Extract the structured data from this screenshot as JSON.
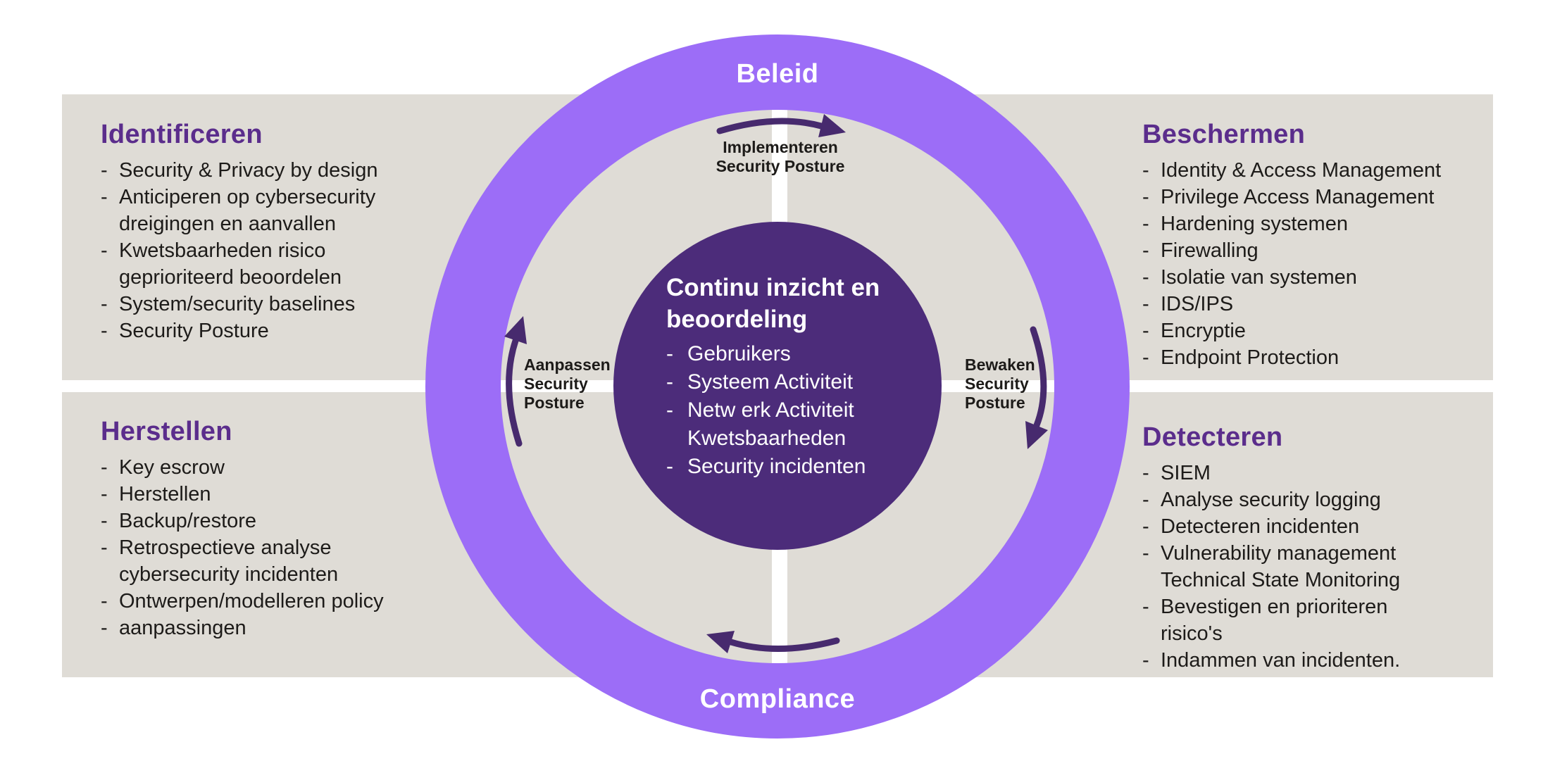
{
  "colors": {
    "ring_purple": "#9c6df7",
    "center_purple": "#4c2c7a",
    "heading_purple": "#5b2d8c",
    "arrow_purple": "#472a6e",
    "panel_gray": "#dfdcd6",
    "text_black": "#1d1b19",
    "white": "#ffffff"
  },
  "list_dash": "-",
  "ring": {
    "top_label": "Beleid",
    "bottom_label": "Compliance"
  },
  "flow_labels": {
    "top": "Implementeren\nSecurity Posture",
    "right": "Bewaken\nSecurity\nPosture",
    "left": "Aanpassen\nSecurity\nPosture"
  },
  "center": {
    "title": "Continu inzicht en\nbeoordeling",
    "items": [
      "Gebruikers",
      "Systeem Activiteit",
      "Netw erk Activiteit\nKwetsbaarheden",
      "Security incidenten"
    ]
  },
  "quadrants": [
    {
      "title": "Identificeren",
      "items": [
        "Security & Privacy by design",
        "Anticiperen op cybersecurity\ndreigingen en aanvallen",
        "Kwetsbaarheden risico\ngeprioriteerd beoordelen",
        "System/security baselines",
        "Security Posture"
      ]
    },
    {
      "title": "Beschermen",
      "items": [
        "Identity & Access Management",
        "Privilege Access Management",
        "Hardening systemen",
        "Firewalling",
        "Isolatie van systemen",
        "IDS/IPS",
        "Encryptie",
        "Endpoint Protection"
      ]
    },
    {
      "title": "Herstellen",
      "items": [
        "Key escrow",
        "Herstellen",
        "Backup/restore",
        "Retrospectieve analyse\ncybersecurity incidenten",
        "Ontwerpen/modelleren policy",
        "aanpassingen"
      ]
    },
    {
      "title": "Detecteren",
      "items": [
        "SIEM",
        "Analyse security logging",
        "Detecteren incidenten",
        "Vulnerability management\nTechnical State Monitoring",
        "Bevestigen en prioriteren\nrisico's",
        "Indammen van incidenten."
      ]
    }
  ]
}
